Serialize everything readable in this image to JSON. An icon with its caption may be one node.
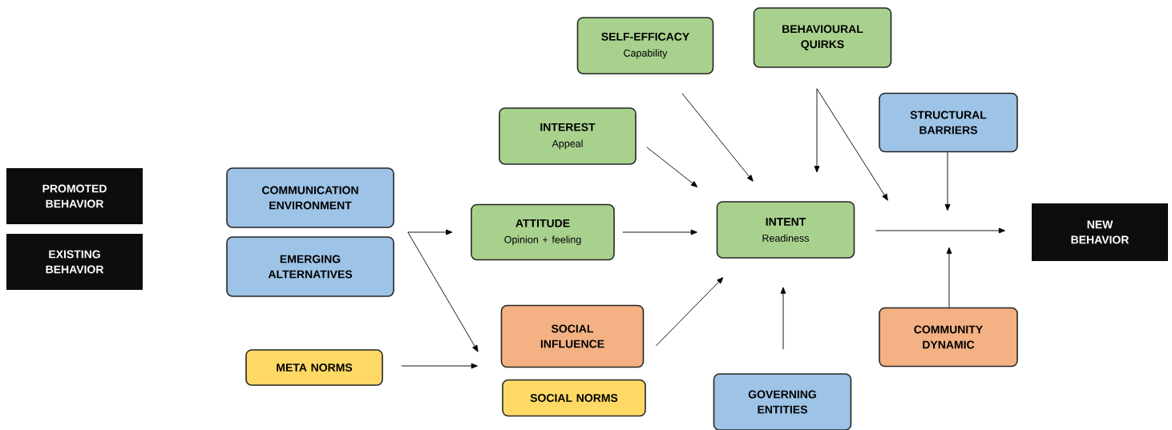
{
  "diagram": {
    "nodes": [
      {
        "text": [
          "PROMOTED BEHAVIOR"
        ]
      },
      {
        "text": [
          "EXISTING BEHAVIOR"
        ]
      },
      {
        "text": [
          "COMMUNICATION ENVIRONMENT"
        ]
      },
      {
        "text": [
          "EMERGING ALTERNATIVES"
        ]
      },
      {
        "text": [
          "META NORMS"
        ]
      },
      {
        "text": [
          "SELF-EFFICACY",
          "Capability"
        ]
      },
      {
        "text": [
          "BEHAVIOURAL QUIRKS"
        ]
      },
      {
        "text": [
          "INTEREST",
          "Appeal"
        ]
      },
      {
        "text": [
          "ATTITUDE",
          "Opinion + feeling"
        ]
      },
      {
        "text": [
          "INTENT",
          "Readiness"
        ]
      },
      {
        "text": [
          "SOCIAL INFLUENCE"
        ]
      },
      {
        "text": [
          "SOCIAL NORMS"
        ]
      },
      {
        "text": [
          "GOVERNING ENTITIES"
        ]
      },
      {
        "text": [
          "STRUCTURAL BARRIERS"
        ]
      },
      {
        "text": [
          "COMMUNITY DYNAMIC"
        ]
      },
      {
        "text": [
          "NEW BEHAVIOR"
        ]
      }
    ],
    "edges": [
      {
        "from": 2,
        "to": 8,
        "arrow": "to"
      },
      {
        "from": 3,
        "to": 8,
        "arrow": "to"
      },
      {
        "from": 2,
        "to": 10,
        "arrow": "to"
      },
      {
        "from": 3,
        "to": 10,
        "arrow": "to"
      },
      {
        "from": 4,
        "to": 10,
        "arrow": "to"
      },
      {
        "from": 8,
        "to": 9,
        "arrow": "to"
      },
      {
        "from": 7,
        "to": 9,
        "arrow": "to"
      },
      {
        "from": 5,
        "to": 9,
        "arrow": "to"
      },
      {
        "from": 6,
        "to": 9,
        "arrow": "to"
      },
      {
        "from": 10,
        "to": 9,
        "arrow": "to"
      },
      {
        "from": 12,
        "to": 9,
        "arrow": "to"
      },
      {
        "from": 9,
        "to": 15,
        "arrow": "to"
      },
      {
        "from": 6,
        "to": null,
        "arrow": "to"
      },
      {
        "from": 13,
        "to": null,
        "arrow": "to"
      },
      {
        "from": 14,
        "to": null,
        "arrow": "to"
      }
    ]
  }
}
